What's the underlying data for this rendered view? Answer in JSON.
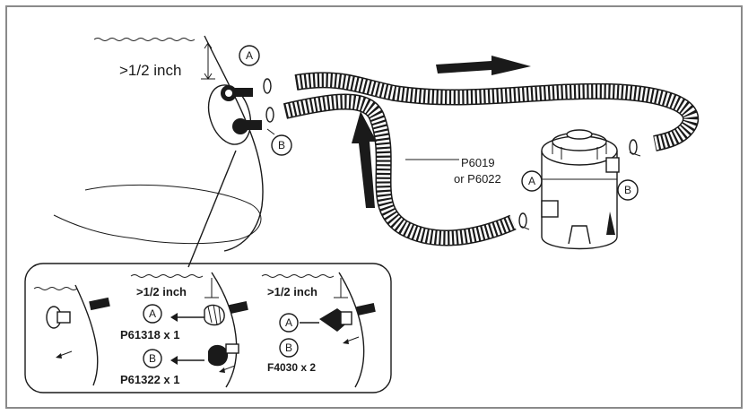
{
  "labels": {
    "depth_main": ">1/2 inch",
    "depth_inset_a": ">1/2 inch",
    "depth_inset_b": ">1/2 inch",
    "hose_part": "P6019",
    "hose_part_alt": "or P6022",
    "part_a": "P61318 x 1",
    "part_b": "P61322 x 1",
    "part_ab": "F4030 x 2"
  },
  "callouts": {
    "a": "A",
    "b": "B"
  }
}
